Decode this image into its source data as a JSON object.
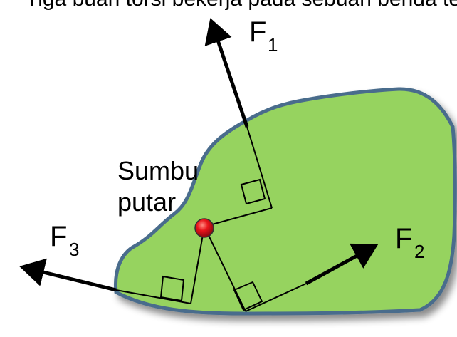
{
  "top_text": "Tiga buah torsi bekerja pada sebuah benda tegar yang",
  "forces": [
    {
      "id": "F1",
      "base": "F",
      "sub": "1"
    },
    {
      "id": "F2",
      "base": "F",
      "sub": "2"
    },
    {
      "id": "F3",
      "base": "F",
      "sub": "3"
    }
  ],
  "axis_label": {
    "line1": "Sumbu",
    "line2": "putar"
  },
  "colors": {
    "body_fill": "#96d35f",
    "body_stroke": "#4a6c8c",
    "pivot": "#e8141a",
    "arrow": "#000000"
  }
}
